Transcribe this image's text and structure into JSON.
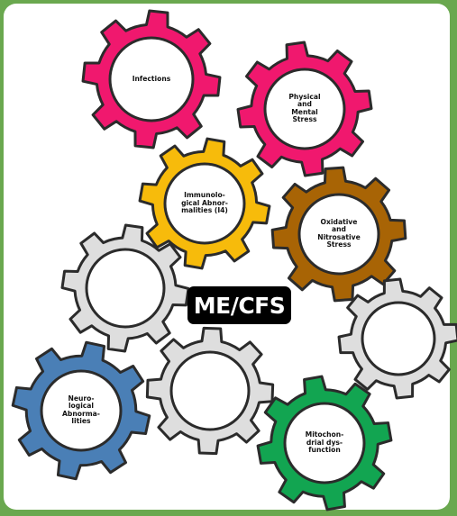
{
  "center": {
    "label": "ME/CFS",
    "color": "#000000"
  },
  "gears": [
    {
      "key": "infections",
      "label": "Infections",
      "color": "#f0186e",
      "icon": "gear-icon"
    },
    {
      "key": "stress",
      "label": "Physical\nand\nMental\nStress",
      "color": "#f0186e",
      "icon": "gear-icon"
    },
    {
      "key": "immuno",
      "label": "Immunolo-\ngical Abnor-\nmalities (I4)",
      "color": "#f7bb0b",
      "icon": "gear-icon"
    },
    {
      "key": "oxidative",
      "label": "Oxidative\nand\nNitrosative\nStress",
      "color": "#a86405",
      "icon": "gear-icon"
    },
    {
      "key": "blank-left",
      "label": "",
      "color": "#dedede",
      "icon": "gear-icon"
    },
    {
      "key": "blank-right",
      "label": "",
      "color": "#dedede",
      "icon": "gear-icon"
    },
    {
      "key": "neuro",
      "label": "Neuro-\nlogical\nAbnorma-\nlities",
      "color": "#4a7fb6",
      "icon": "gear-icon"
    },
    {
      "key": "blank-mid",
      "label": "",
      "color": "#dedede",
      "icon": "gear-icon"
    },
    {
      "key": "mito",
      "label": "Mitochon-\ndrial dys-\nfunction",
      "color": "#12a551",
      "icon": "gear-icon"
    }
  ],
  "colors": {
    "frame": "#6aa84f",
    "panel": "#ffffff",
    "outline": "#2b2b2b"
  }
}
